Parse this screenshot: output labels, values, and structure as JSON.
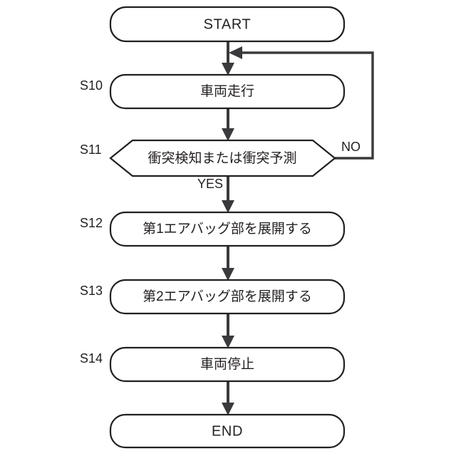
{
  "diagram": {
    "type": "flowchart",
    "title": "",
    "orientation": "top-to-bottom",
    "background_color": "#ffffff",
    "line_color": "#3a3a3c",
    "shape_stroke_color": "#231f20",
    "text_color": "#231f20"
  },
  "nodes": {
    "start": {
      "label": "START",
      "shape": "rounded-rectangle",
      "step": ""
    },
    "s10": {
      "label": "車両走行",
      "shape": "rounded-rectangle",
      "step": "S10"
    },
    "s11": {
      "label": "衝突検知または衝突予測",
      "shape": "hexagon",
      "step": "S11"
    },
    "s12": {
      "label": "第1エアバッグ部を展開する",
      "shape": "rounded-rectangle",
      "step": "S12"
    },
    "s13": {
      "label": "第2エアバッグ部を展開する",
      "shape": "rounded-rectangle",
      "step": "S13"
    },
    "s14": {
      "label": "車両停止",
      "shape": "rounded-rectangle",
      "step": "S14"
    },
    "end": {
      "label": "END",
      "shape": "rounded-rectangle",
      "step": ""
    }
  },
  "branches": {
    "yes_label": "YES",
    "no_label": "NO"
  },
  "edges": [
    {
      "from": "start",
      "to": "s10",
      "label": ""
    },
    {
      "from": "s10",
      "to": "s11",
      "label": ""
    },
    {
      "from": "s11",
      "to": "s12",
      "label": "YES"
    },
    {
      "from": "s11",
      "to": "s10",
      "label": "NO"
    },
    {
      "from": "s12",
      "to": "s13",
      "label": ""
    },
    {
      "from": "s13",
      "to": "s14",
      "label": ""
    },
    {
      "from": "s14",
      "to": "end",
      "label": ""
    }
  ]
}
